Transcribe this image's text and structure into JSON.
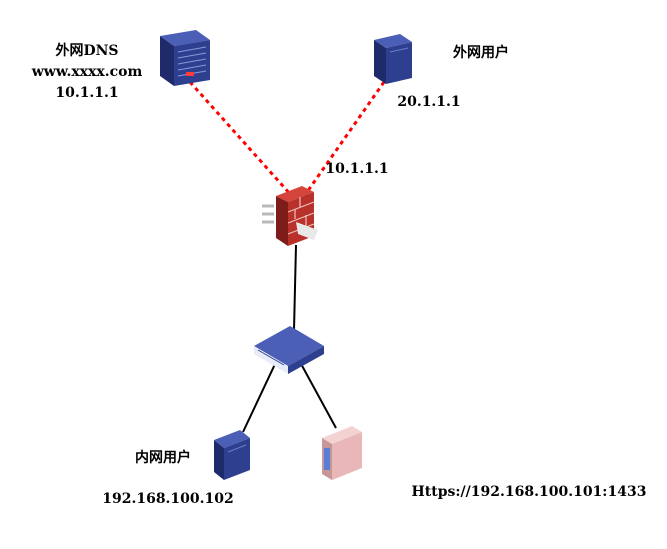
{
  "colors": {
    "server_dark": "#1f2a6b",
    "server_mid": "#2e3f8f",
    "server_light": "#4a5fb5",
    "firewall_red": "#b8312a",
    "firewall_dark": "#7d1c18",
    "pc_pink": "#e9b7b7",
    "dotted_link": "#ff0000",
    "solid_link": "#000000"
  },
  "nodes": {
    "dns_server": {
      "icon": "rack-server-icon",
      "name": "外网DNS",
      "domain": "www.xxxx.com",
      "ip": "10.1.1.1"
    },
    "external_user": {
      "icon": "server-icon",
      "name": "外网用户",
      "ip": "20.1.1.1"
    },
    "firewall": {
      "icon": "firewall-icon",
      "ip": "10.1.1.1"
    },
    "switch": {
      "icon": "switch-icon"
    },
    "internal_user": {
      "icon": "server-icon",
      "name": "内网用户",
      "ip": "192.168.100.102"
    },
    "web_server": {
      "icon": "pc-server-icon",
      "address": "Https://192.168.100.101:1433"
    }
  },
  "links": [
    {
      "from": "dns_server",
      "to": "firewall",
      "style": "dotted"
    },
    {
      "from": "external_user",
      "to": "firewall",
      "style": "dotted"
    },
    {
      "from": "firewall",
      "to": "switch",
      "style": "solid"
    },
    {
      "from": "switch",
      "to": "internal_user",
      "style": "solid"
    },
    {
      "from": "switch",
      "to": "web_server",
      "style": "solid"
    }
  ]
}
